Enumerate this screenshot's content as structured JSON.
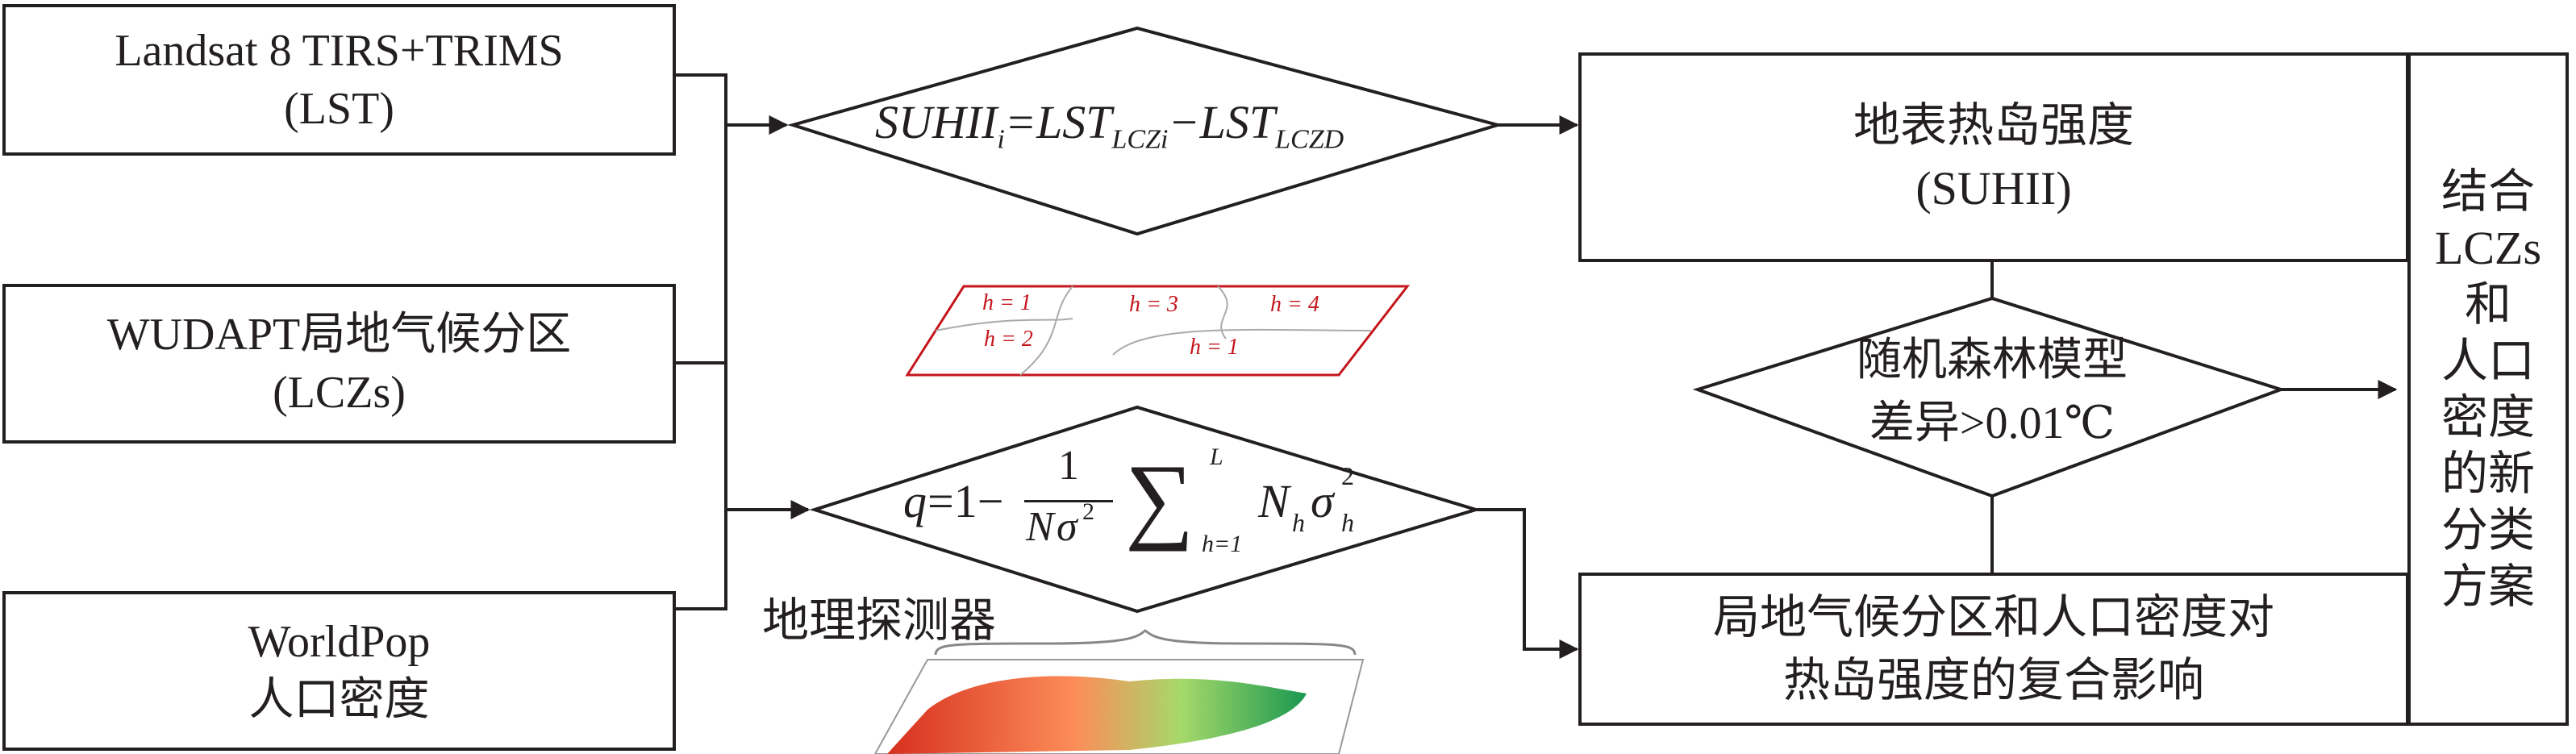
{
  "inputs": {
    "landsat": {
      "line1": "Landsat 8 TIRS+TRIMS",
      "line2": "(LST)"
    },
    "wudapt": {
      "line1": "WUDAPT局地气候分区",
      "line2": "(LCZs)"
    },
    "worldpop": {
      "line1": "WorldPop",
      "line2": "人口密度"
    }
  },
  "formula1": {
    "main": "SUHII",
    "sub_i": "i",
    "eq": "=LST",
    "sub_a": "LCZi",
    "minus": "−LST",
    "sub_b": "LCZD"
  },
  "formula2": {
    "q": "q",
    "eq": "=1−",
    "num": "1",
    "den_n": "N",
    "den_sigma": "σ",
    "den_sup": "2",
    "sum": "∑",
    "sum_top": "L",
    "sum_bottom": "h=1",
    "nh": "N",
    "nh_sub": "h",
    "sigma": "σ",
    "sigma_sub": "h",
    "sigma_sup": "2"
  },
  "strata_map": {
    "labels": [
      "h = 1",
      "h = 3",
      "h = 4",
      "h = 2",
      "h = 1"
    ],
    "color": "#c4161c"
  },
  "geodetector_label": "地理探测器",
  "suhii_box": {
    "line1": "地表热岛强度",
    "line2": "(SUHII)"
  },
  "rf_decision": {
    "line1": "随机森林模型",
    "line2": "差异>0.01℃"
  },
  "impact_box": {
    "line1": "局地气候分区和人口密度对",
    "line2": "热岛强度的复合影响"
  },
  "result": {
    "chars": [
      "结合",
      "LCZs",
      "和",
      "人口",
      "密度",
      "的新",
      "分类",
      "方案"
    ]
  },
  "colors": {
    "line": "#231f20",
    "map_red": "#c4161c"
  }
}
